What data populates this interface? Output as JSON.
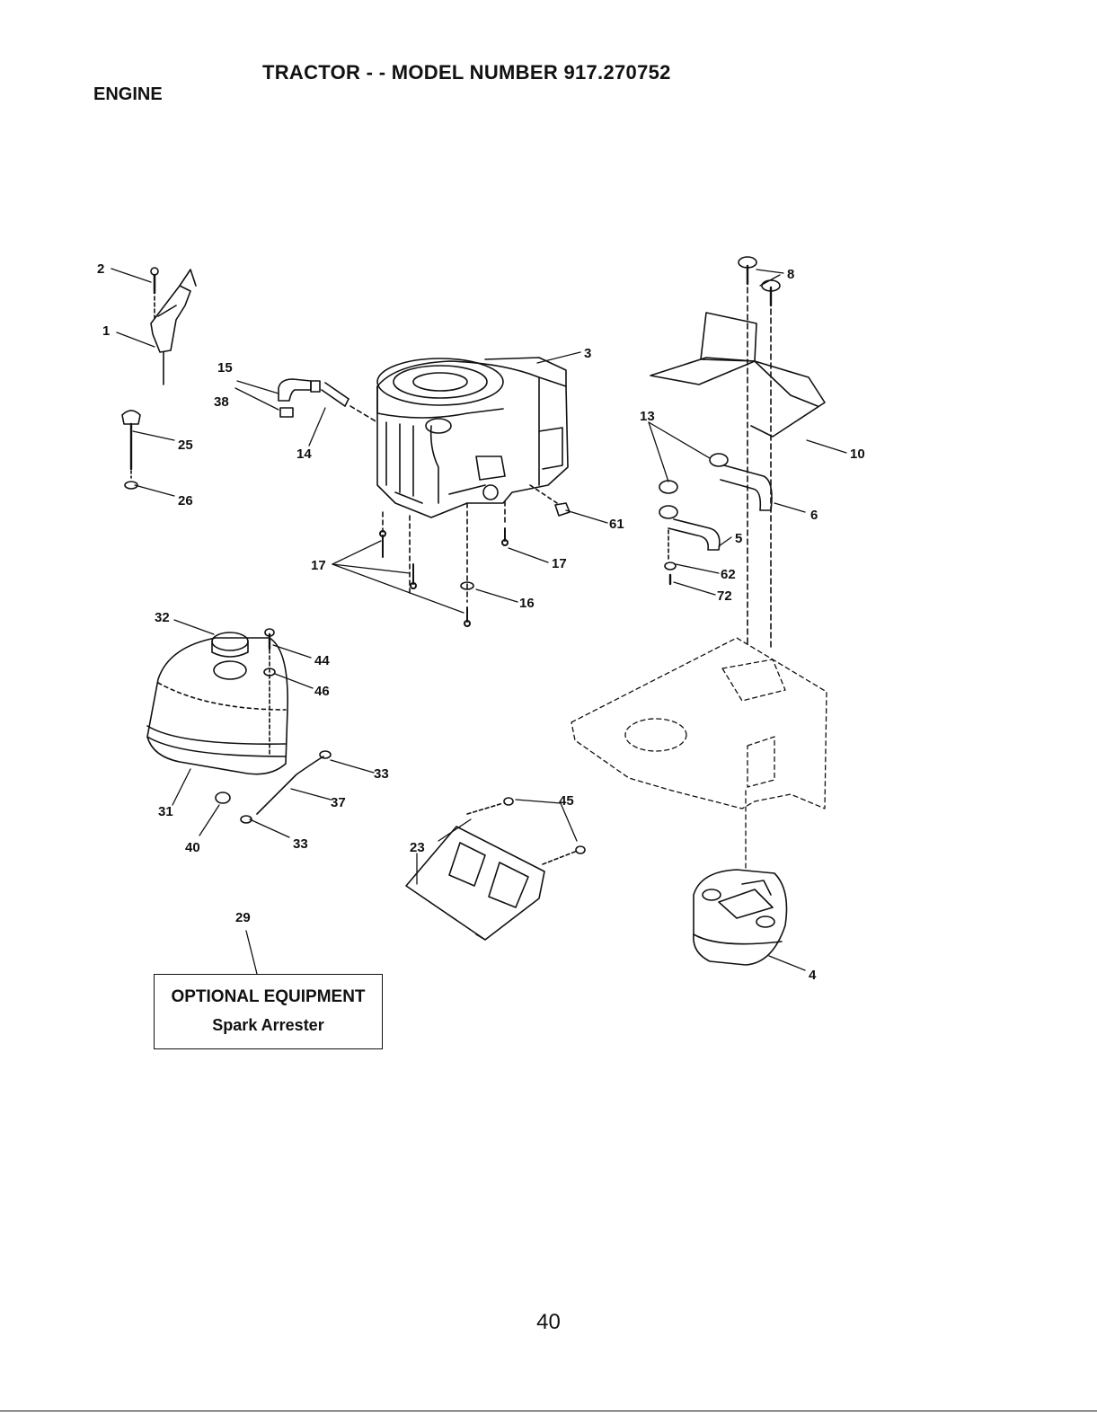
{
  "header": {
    "title": "TRACTOR - - MODEL NUMBER 917.270752",
    "section": "ENGINE"
  },
  "callouts": [
    {
      "id": "c1",
      "text": "1"
    },
    {
      "id": "c2",
      "text": "2"
    },
    {
      "id": "c3",
      "text": "3"
    },
    {
      "id": "c4",
      "text": "4"
    },
    {
      "id": "c5",
      "text": "5"
    },
    {
      "id": "c6",
      "text": "6"
    },
    {
      "id": "c8",
      "text": "8"
    },
    {
      "id": "c10",
      "text": "10"
    },
    {
      "id": "c13",
      "text": "13"
    },
    {
      "id": "c14",
      "text": "14"
    },
    {
      "id": "c15",
      "text": "15"
    },
    {
      "id": "c16",
      "text": "16"
    },
    {
      "id": "c17a",
      "text": "17"
    },
    {
      "id": "c17b",
      "text": "17"
    },
    {
      "id": "c23",
      "text": "23"
    },
    {
      "id": "c25",
      "text": "25"
    },
    {
      "id": "c26",
      "text": "26"
    },
    {
      "id": "c29",
      "text": "29"
    },
    {
      "id": "c31",
      "text": "31"
    },
    {
      "id": "c32",
      "text": "32"
    },
    {
      "id": "c33a",
      "text": "33"
    },
    {
      "id": "c33b",
      "text": "33"
    },
    {
      "id": "c37",
      "text": "37"
    },
    {
      "id": "c38",
      "text": "38"
    },
    {
      "id": "c40",
      "text": "40"
    },
    {
      "id": "c44",
      "text": "44"
    },
    {
      "id": "c45",
      "text": "45"
    },
    {
      "id": "c46",
      "text": "46"
    },
    {
      "id": "c61",
      "text": "61"
    },
    {
      "id": "c62",
      "text": "62"
    },
    {
      "id": "c72",
      "text": "72"
    }
  ],
  "optional_box": {
    "title": "OPTIONAL EQUIPMENT",
    "item": "Spark Arrester"
  },
  "footer": {
    "page_number": "40"
  }
}
